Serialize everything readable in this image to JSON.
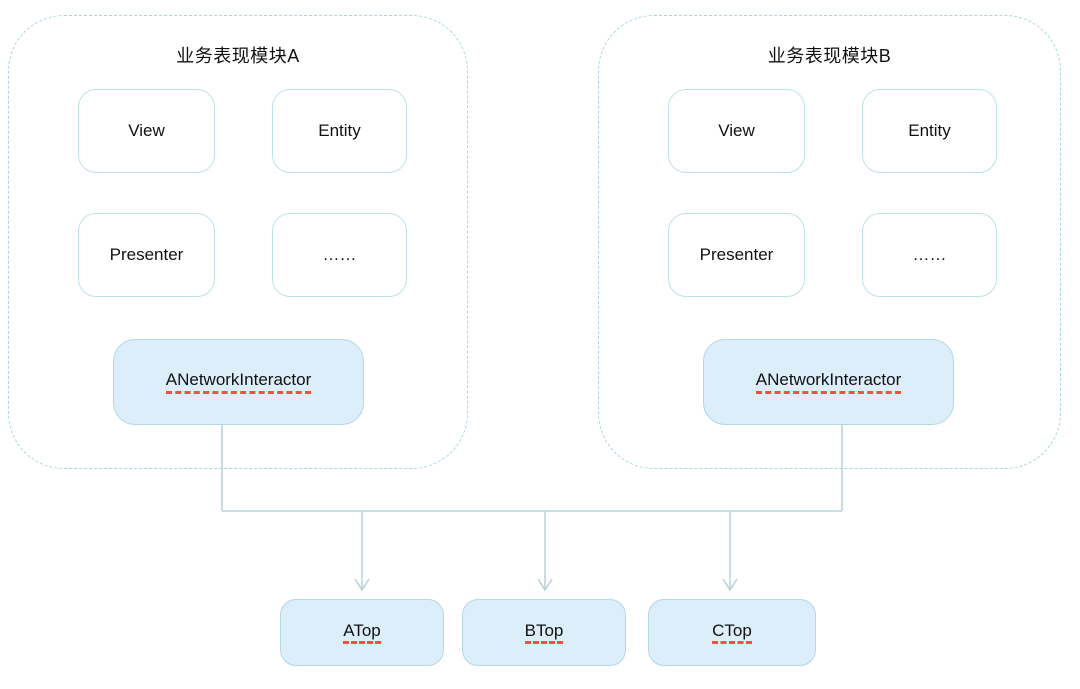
{
  "diagram": {
    "modules": [
      {
        "title": "业务表现模块A",
        "components": {
          "view": "View",
          "entity": "Entity",
          "presenter": "Presenter",
          "dots": "……"
        },
        "interactor": "ANetworkInteractor"
      },
      {
        "title": "业务表现模块B",
        "components": {
          "view": "View",
          "entity": "Entity",
          "presenter": "Presenter",
          "dots": "……"
        },
        "interactor": "ANetworkInteractor"
      }
    ],
    "targets": [
      "ATop",
      "BTop",
      "CTop"
    ],
    "colors": {
      "module_dashed_border": "#a9d7e1",
      "component_border": "#bee2ec",
      "filled_box_background": "#dceefa",
      "filled_box_border": "#b4d8e4",
      "connector_line": "#b9d3dc",
      "spellcheck_underline": "#f15044",
      "text": "#111111"
    }
  }
}
